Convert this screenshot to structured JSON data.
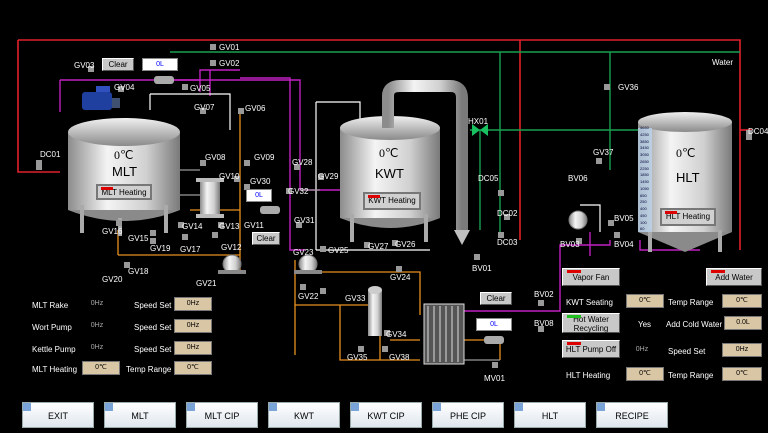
{
  "valves": {
    "gv01": "GV01",
    "gv02": "GV02",
    "gv03": "GV03",
    "gv04": "GV04",
    "gv05": "GV05",
    "gv06": "GV06",
    "gv07": "GV07",
    "gv08a": "GV08",
    "gv08b": "GV08",
    "gv09": "GV09",
    "gv10": "GV10",
    "gv11": "GV11",
    "gv12": "GV12",
    "gv13": "GV13",
    "gv14": "GV14",
    "gv15": "GV15",
    "gv16": "GV16",
    "gv17": "GV17",
    "gv18": "GV18",
    "gv19": "GV19",
    "gv20": "GV20",
    "gv21": "GV21",
    "gv22": "GV22",
    "gv23": "GV23",
    "gv24": "GV24",
    "gv25": "GV25",
    "gv26": "GV26",
    "gv27": "GV27",
    "gv28": "GV28",
    "gv29": "GV29",
    "gv30": "GV30",
    "gv31": "GV31",
    "gv32": "GV32",
    "gv33": "GV33",
    "gv34": "GV34",
    "gv35": "GV35",
    "gv36": "GV36",
    "gv37": "GV37",
    "gv38": "GV38",
    "dc01": "DC01",
    "dc02": "DC02",
    "dc03": "DC03",
    "dc04": "DC04",
    "dc05": "DC05",
    "hx01": "HX01",
    "bv01": "BV01",
    "bv02": "BV02",
    "bv03": "BV03",
    "bv04": "BV04",
    "bv05": "BV05",
    "bv06": "BV06",
    "bv08": "BV08",
    "mv01": "MV01",
    "water": "Water"
  },
  "mlt": {
    "name": "MLT",
    "temp": "0℃",
    "heating_label": "MLT Heating",
    "clear_label": "Clear",
    "volume": "0L"
  },
  "kwt": {
    "name": "KWT",
    "temp": "0℃",
    "heating_label": "KWT Heating"
  },
  "hlt": {
    "name": "HLT",
    "temp": "0℃",
    "heating_label": "HLT Heating",
    "scale": [
      "4650",
      "4250",
      "3850",
      "3450",
      "3050",
      "2650",
      "2250",
      "1850",
      "1450",
      "1050",
      "650",
      "250",
      "400",
      "450",
      "100",
      "60"
    ]
  },
  "mid": {
    "clear_label": "Clear",
    "volume": "0L"
  },
  "phe": {
    "clear_label": "Clear",
    "volume": "0L"
  },
  "left_panel": {
    "rows": [
      {
        "label": "MLT Rake",
        "value": "0Hz",
        "set_label": "Speed Set",
        "set_value": "0Hz"
      },
      {
        "label": "Wort Pump",
        "value": "0Hz",
        "set_label": "Speed Set",
        "set_value": "0Hz"
      },
      {
        "label": "Kettle Pump",
        "value": "0Hz",
        "set_label": "Speed Set",
        "set_value": "0Hz"
      }
    ],
    "heating_label": "MLT Heating",
    "heating_value": "0℃",
    "range_label": "Temp Range",
    "range_value": "0℃"
  },
  "right_panel": {
    "vapor_fan": "Vapor Fan",
    "add_water": "Add Water",
    "kwt_seating": "KWT Seating",
    "kwt_seating_value": "0℃",
    "temp_range_label": "Temp Range",
    "temp_range_value": "0℃",
    "hot_water_recycling": "Hot Water Recycling",
    "yes": "Yes",
    "add_cold_water": "Add Cold Water",
    "add_cold_water_value": "0.0L",
    "hlt_pump_off": "HLT Pump Off",
    "hlt_pump_value": "0Hz",
    "speed_set": "Speed Set",
    "speed_set_value": "0Hz",
    "hlt_heating": "HLT Heating",
    "hlt_heating_value": "0℃",
    "temp_range2_label": "Temp Range",
    "temp_range2_value": "0℃"
  },
  "nav": [
    "EXIT",
    "MLT",
    "MLT CIP",
    "KWT",
    "KWT CIP",
    "PHE CIP",
    "HLT",
    "RECIPE"
  ],
  "colors": {
    "red_pipe": "#e0202a",
    "green_pipe": "#18a050",
    "magenta_pipe": "#c020c0",
    "orange_pipe": "#e89020",
    "white_pipe": "#ffffff",
    "gray_pipe": "#a0a0a0"
  }
}
